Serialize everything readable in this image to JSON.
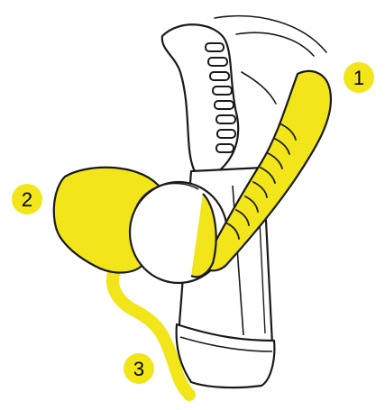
{
  "colors": {
    "highlight": "#f2e51a",
    "outline": "#1a1a1a",
    "body": "#ffffff",
    "background": "#ffffff"
  },
  "callouts": [
    {
      "id": "1",
      "label": "1"
    },
    {
      "id": "2",
      "label": "2"
    },
    {
      "id": "3",
      "label": "3"
    }
  ]
}
